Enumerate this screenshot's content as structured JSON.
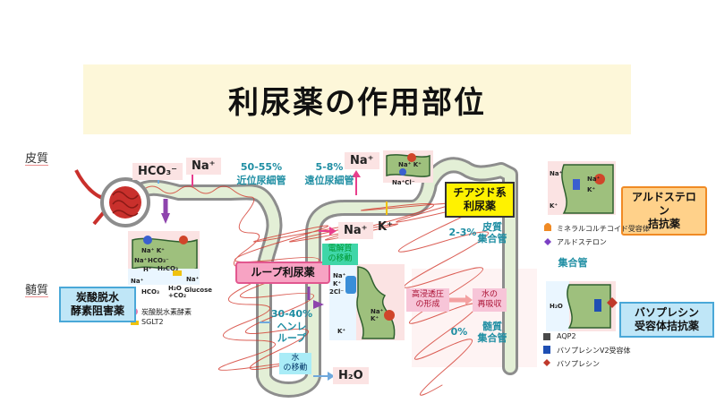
{
  "title": "利尿薬の作用部位",
  "zones": {
    "cortex": "皮質",
    "medulla": "髄質"
  },
  "segments": {
    "proximal": {
      "percent": "50-55%",
      "name": "近位尿細管"
    },
    "distal": {
      "percent": "5-8%",
      "name": "遠位尿細管"
    },
    "henle": {
      "percent": "30-40%",
      "name": "ヘンレ\nループ"
    },
    "cortical_cd": {
      "percent": "2-3%",
      "name": "皮質\n集合管"
    },
    "medullary_cd": {
      "percent": "0%",
      "name": "髄質\n集合管"
    },
    "collecting_duct": "集合管"
  },
  "ions": {
    "hco3": "HCO₃⁻",
    "na_prox": "Na⁺",
    "na_distal": "Na⁺",
    "na_loop": "Na⁺",
    "k_loop": "K⁺",
    "h2o": "H₂O"
  },
  "drugs": {
    "thiazide": "チアジド系\n利尿薬",
    "aldosterone_antagonist": "アルドステロン\n拮抗薬",
    "loop": "ループ利尿薬",
    "carbonic": "炭酸脱水\n酵素阻害薬",
    "vasopressin": "バソプレシン\n受容体拮抗薬"
  },
  "tags": {
    "electrolyte": "電解質\nの移動",
    "water_move": "水\nの移動",
    "hyper": "高浸透圧\nの形成",
    "reabsorb": "水の\n再吸収"
  },
  "legend": {
    "carbonic_enzyme": "炭酸脱水素酵素",
    "sglt2": "SGLT2",
    "mr": "ミネラルコルチコイド受容体",
    "aldosterone": "アルドステロン",
    "aqp2": "AQP2",
    "v2": "バソプレシンV2受容体",
    "vasopressin": "バソプレシン"
  },
  "cell_labels": {
    "prox_na_k": "Na⁺ K⁺",
    "prox_na": "Na⁺",
    "prox_hco3": "HCO₃⁻",
    "prox_h": "H⁺",
    "prox_h2co3": "H₂CO₃",
    "prox_na2": "Na⁺",
    "prox_hco3b": "HCO₃",
    "prox_h2o": "H₂O\n+CO₂",
    "prox_na3": "Na⁺",
    "prox_glucose": "Glucose",
    "dist_na_k": "Na⁺ K⁺",
    "dist_na_cl": "Na⁺Cl⁻",
    "loop_na": "Na⁺",
    "loop_k": "K⁺",
    "loop_2cl": "2Cl⁻",
    "loop_na_k": "Na⁺\nK⁺",
    "loop_k2": "K⁺",
    "ald_na": "Na⁺",
    "ald_na2": "Na⁺",
    "ald_k": "K⁺",
    "ald_k2": "K⁺",
    "vp_h2o": "H₂O"
  }
}
